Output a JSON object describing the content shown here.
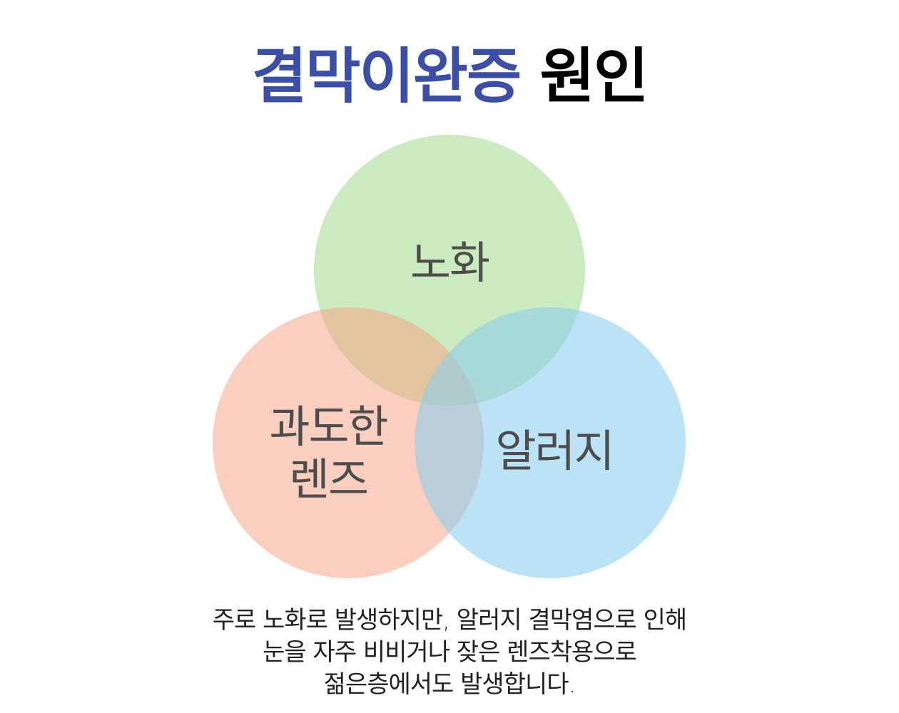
{
  "title": {
    "highlight": "결막이완증",
    "rest": " 원인",
    "highlight_color": "#3b4ea8",
    "rest_color": "#000000"
  },
  "venn": {
    "circles": [
      {
        "label": "노화",
        "color": "#cbeabf",
        "position": "top"
      },
      {
        "label_lines": [
          "과도한",
          "렌즈"
        ],
        "color": "#f9d0c0",
        "position": "bottom-left"
      },
      {
        "label": "알러지",
        "color": "#bde2f4",
        "position": "bottom-right"
      }
    ]
  },
  "caption": {
    "lines": [
      "주로 노화로 발생하지만, 알러지 결막염으로 인해",
      "눈을 자주 비비거나 잦은 렌즈착용으로",
      "젊은층에서도 발생합니다."
    ]
  }
}
